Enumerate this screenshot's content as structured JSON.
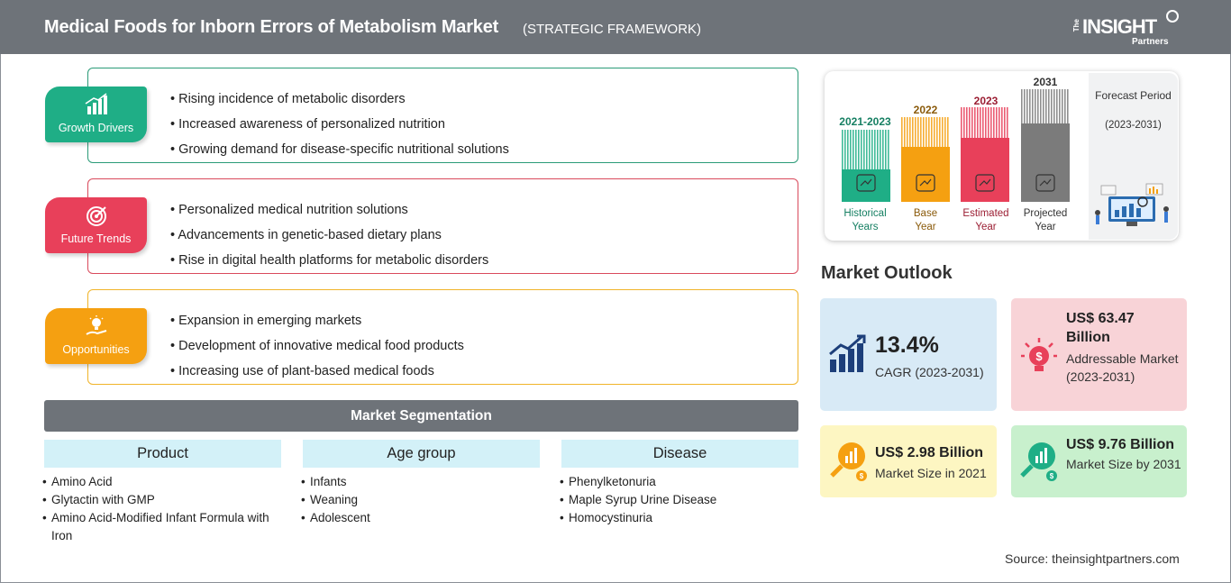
{
  "header": {
    "title": "Medical Foods for Inborn Errors of Metabolism Market",
    "subtitle": "(STRATEGIC FRAMEWORK)",
    "logo_the": "The",
    "logo_insight": "INSIGHT",
    "logo_partners": "Partners"
  },
  "framework": [
    {
      "label": "Growth Drivers",
      "icon": "bar-chart-growth-icon",
      "color": "#1fae86",
      "border": "#2b9b78",
      "items": [
        "Rising incidence of metabolic disorders",
        "Increased awareness of personalized nutrition",
        "Growing demand for disease-specific nutritional solutions"
      ]
    },
    {
      "label": "Future Trends",
      "icon": "target-icon",
      "color": "#e8405a",
      "border": "#d94a5c",
      "items": [
        "Personalized medical nutrition solutions",
        "Advancements in genetic-based dietary plans",
        "Rise in digital health platforms for metabolic disorders"
      ]
    },
    {
      "label": "Opportunities",
      "icon": "lightbulb-hand-icon",
      "color": "#f5a011",
      "border": "#f0b429",
      "items": [
        "Expansion in emerging markets",
        "Development of innovative medical food products",
        "Increasing use of plant-based medical foods"
      ]
    }
  ],
  "segmentation": {
    "title": "Market Segmentation",
    "columns": [
      {
        "heading": "Product",
        "items": [
          "Amino Acid",
          "Glytactin with GMP",
          "Amino Acid-Modified Infant Formula with Iron"
        ]
      },
      {
        "heading": "Age group",
        "items": [
          "Infants",
          "Weaning",
          "Adolescent"
        ]
      },
      {
        "heading": "Disease",
        "items": [
          "Phenylketonuria",
          "Maple Syrup Urine Disease",
          "Homocystinuria"
        ]
      }
    ]
  },
  "timeline": {
    "bars": [
      {
        "year": "2021-2023",
        "caption_line1": "Historical",
        "caption_line2": "Years",
        "color": "#1fae86",
        "text_color": "#157f62",
        "icon": "history-icon"
      },
      {
        "year": "2022",
        "caption_line1": "Base",
        "caption_line2": "Year",
        "color": "#f5a011",
        "text_color": "#8a5a0a",
        "icon": "calendar-icon"
      },
      {
        "year": "2023",
        "caption_line1": "Estimated",
        "caption_line2": "Year",
        "color": "#e8405a",
        "text_color": "#9b1e33",
        "icon": "gears-chart-icon"
      },
      {
        "year": "2031",
        "caption_line1": "Projected",
        "caption_line2": "Year",
        "color": "#7b7b7b",
        "text_color": "#333333",
        "icon": "presentation-icon"
      }
    ],
    "forecast_title": "Forecast Period",
    "forecast_span": "(2023-2031)"
  },
  "outlook": {
    "title": "Market Outlook",
    "cagr_value": "13.4%",
    "cagr_label": "CAGR (2023-2031)",
    "addressable_value": "US$ 63.47 Billion",
    "addressable_label": "Addressable Market (2023-2031)",
    "size2021_value": "US$ 2.98 Billion",
    "size2021_label": "Market Size in 2021",
    "size2031_value": "US$ 9.76 Billion",
    "size2031_label": "Market Size by 2031"
  },
  "source": "Source: theinsightpartners.com"
}
